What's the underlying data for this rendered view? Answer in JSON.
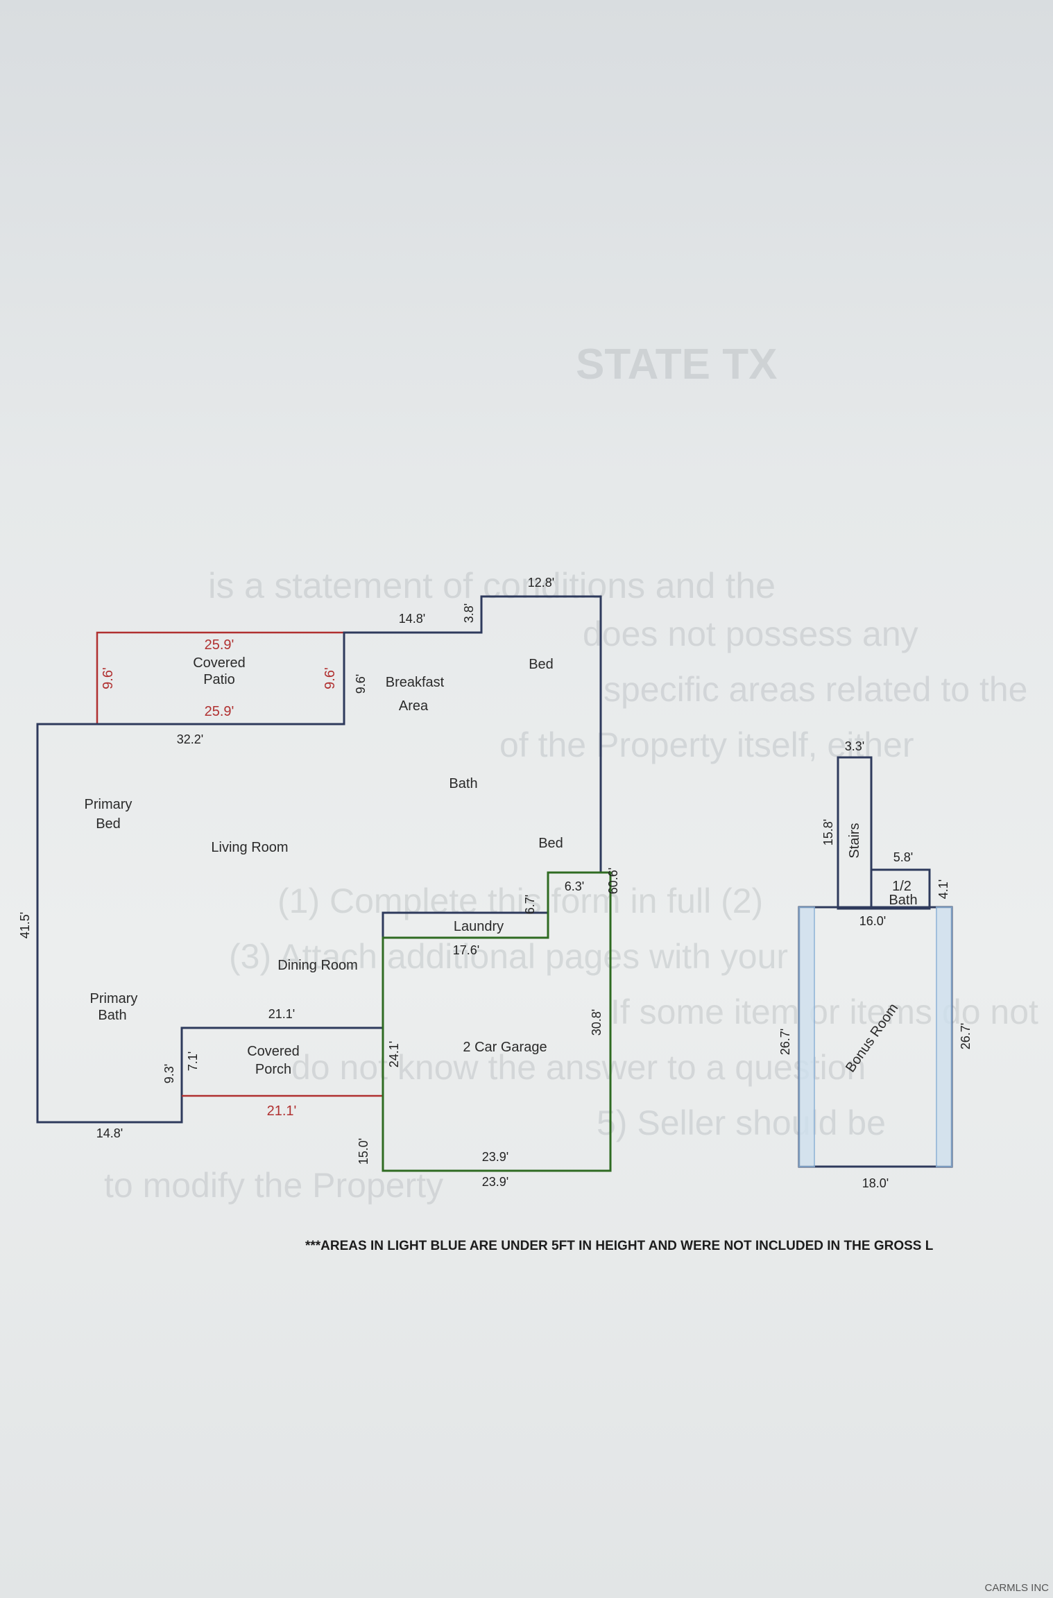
{
  "background_text": {
    "heading": "STATE TX",
    "line1": "is a statement of conditions and the",
    "line2": "does not possess any",
    "line3": "specific areas related to the",
    "line4": "of the Property itself, either",
    "line5": "(1) Complete this form in full (2)",
    "line6": "(3) Attach additional pages with your",
    "line7": "If some item or items do not",
    "line8": "do not know the answer to a question",
    "line9": "5) Seller should be",
    "line10": "to modify the Property"
  },
  "main_floor": {
    "rooms": {
      "covered_patio": "Covered\nPatio",
      "breakfast": "Breakfast",
      "area": "Area",
      "bed_top": "Bed",
      "bath": "Bath",
      "primary": "Primary",
      "primary_bed": "Bed",
      "living_room": "Living Room",
      "bed_right": "Bed",
      "laundry": "Laundry",
      "dining_room": "Dining Room",
      "primary_bath_1": "Primary",
      "primary_bath_2": "Bath",
      "covered": "Covered",
      "porch": "Porch",
      "garage": "2 Car Garage",
      "patio": "Patio"
    },
    "dimensions": {
      "d_12_8": "12.8'",
      "d_14_8_top": "14.8'",
      "d_3_8": "3.8'",
      "d_25_9_top": "25.9'",
      "d_9_6_left": "9.6'",
      "d_9_6_mid": "9.6'",
      "d_9_6_bf": "9.6'",
      "d_25_9_bot": "25.9'",
      "d_32_2": "32.2'",
      "d_41_5": "41.5'",
      "d_60_6": "60.6'",
      "d_6_3": "6.3'",
      "d_6_7": "6.7'",
      "d_17_6": "17.6'",
      "d_21_1_top": "21.1'",
      "d_21_1_bot": "21.1'",
      "d_9_3": "9.3'",
      "d_7_1": "7.1'",
      "d_24_1": "24.1'",
      "d_30_8": "30.8'",
      "d_14_8_bot": "14.8'",
      "d_15_0": "15.0'",
      "d_23_9_in": "23.9'",
      "d_23_9_out": "23.9'"
    }
  },
  "upper_floor": {
    "stairs": "Stairs",
    "half_bath_1": "1/2",
    "half_bath_2": "Bath",
    "bonus_room": "Bonus Room",
    "dimensions": {
      "d_3_3": "3.3'",
      "d_15_8": "15.8'",
      "d_5_8": "5.8'",
      "d_4_1": "4.1'",
      "d_16_0": "16.0'",
      "d_26_7_l": "26.7'",
      "d_26_7_r": "26.7'",
      "d_18_0": "18.0'"
    }
  },
  "footnote": "***AREAS IN LIGHT BLUE ARE UNDER 5FT IN HEIGHT AND WERE NOT INCLUDED IN THE GROSS L",
  "watermark": "CARMLS INC",
  "colors": {
    "house_outline": "#2e3a5c",
    "patio_porch": "#b03030",
    "garage": "#2f6b22",
    "light_blue": "#8fb4d8"
  }
}
